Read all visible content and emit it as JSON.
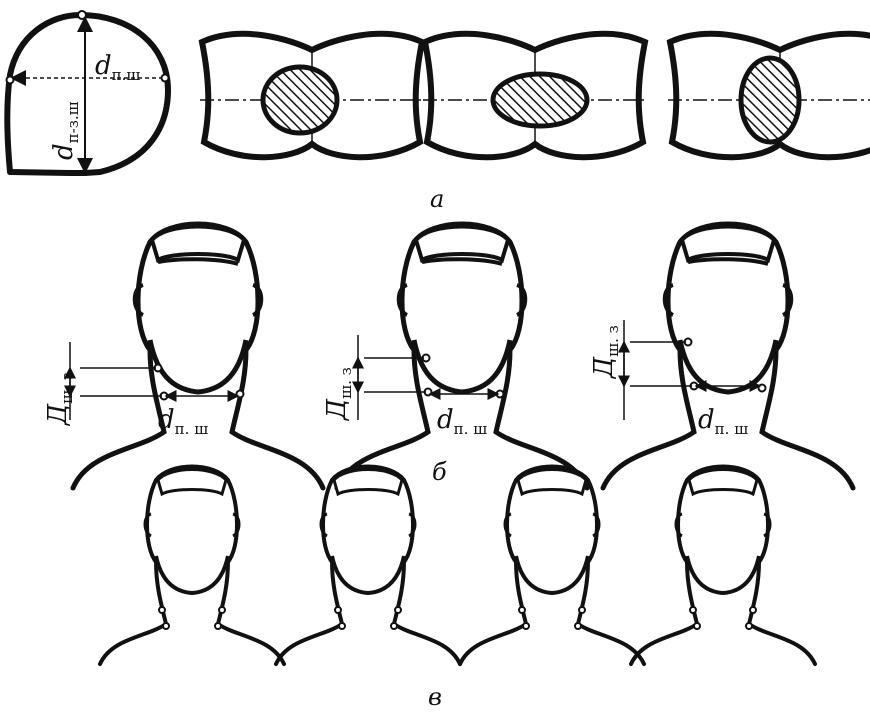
{
  "figure": {
    "panel_a": {
      "caption": "а",
      "label_d_main": "d",
      "label_d_sub": "п.ш",
      "label_vert_main": "d",
      "label_vert_sub": "п-з.ш"
    },
    "panel_b": {
      "caption": "б",
      "figures": [
        {
          "D_main": "Д",
          "D_sub": "ш. з",
          "d_main": "d",
          "d_sub": "п. ш"
        },
        {
          "D_main": "Д",
          "D_sub": "ш. з",
          "d_main": "d",
          "d_sub": "п. ш"
        },
        {
          "D_main": "Д",
          "D_sub": "ш. з",
          "d_main": "d",
          "d_sub": "п. ш"
        }
      ]
    },
    "panel_c": {
      "caption": "в"
    }
  },
  "colors": {
    "ink": "#111111",
    "background": "#ffffff"
  }
}
